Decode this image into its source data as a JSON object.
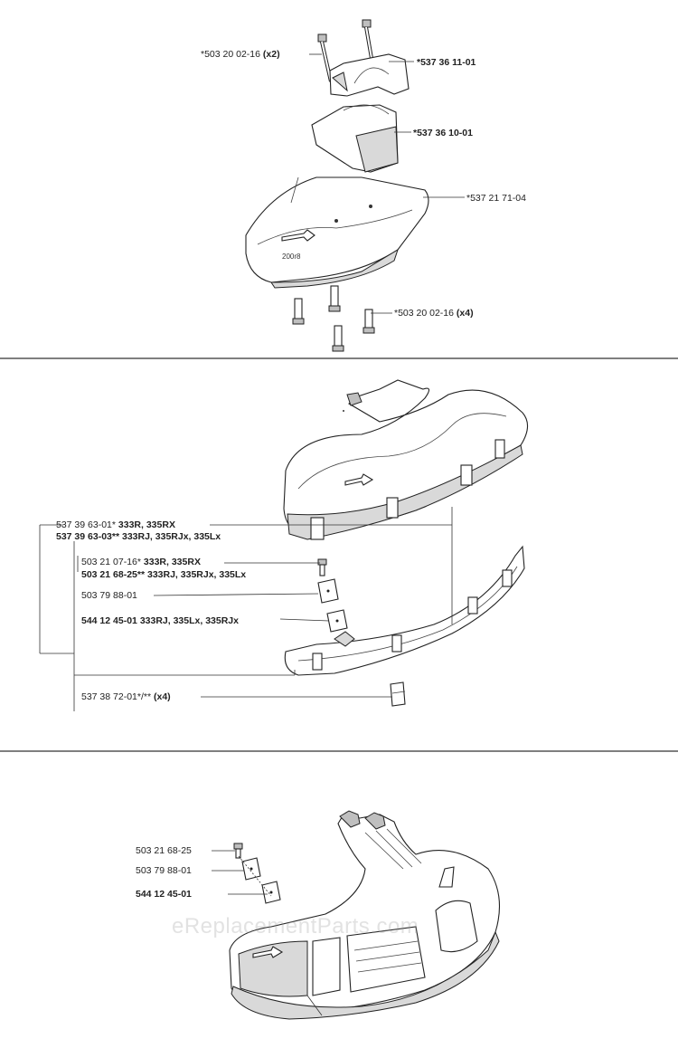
{
  "section1": {
    "screw_top": {
      "num": "*503 20 02-16",
      "qty": "(x2)"
    },
    "clamp_top": "*537 36 11-01",
    "clamp_bottom": "*537 36 10-01",
    "guard": "*537 21 71-04",
    "screw_bottom": {
      "num": "*503 20 02-16",
      "qty": "(x4)"
    }
  },
  "section2": {
    "guard_a": {
      "num": "537 39 63-01*",
      "models": "333R, 335RX"
    },
    "guard_b": {
      "num": "537 39 63-03**",
      "models": "333RJ, 335RJx, 335Lx"
    },
    "screw_a": {
      "num": "503 21 07-16*",
      "models": "333R, 335RX"
    },
    "screw_b": {
      "num": "503 21 68-25**",
      "models": "333RJ, 335RJx, 335Lx"
    },
    "plate": "503 79 88-01",
    "nut": {
      "num": "544 12 45-01",
      "models": "333RJ, 335Lx, 335RJx"
    },
    "clip": {
      "num": "537 38 72-01*/**",
      "qty": "(x4)"
    }
  },
  "section3": {
    "screw": "503 21 68-25",
    "plate": "503 79 88-01",
    "nut": "544 12 45-01"
  },
  "watermark": "eReplacementParts.com"
}
